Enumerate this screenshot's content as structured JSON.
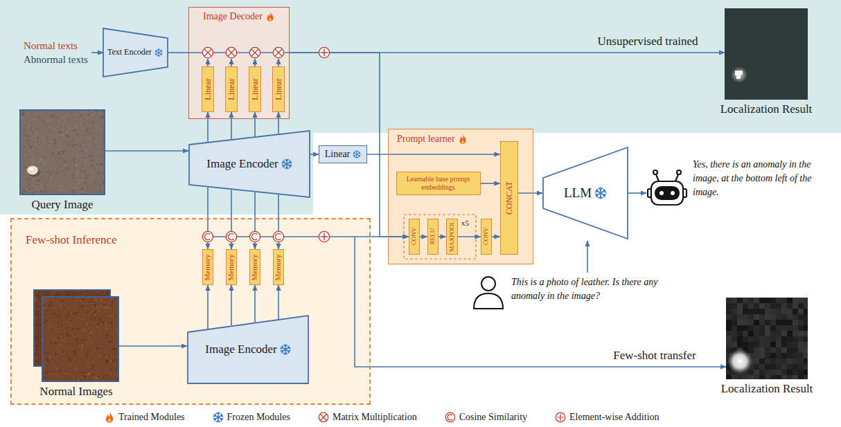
{
  "diagram": {
    "nodes": [
      {
        "text": [
          "Text Encoder"
        ]
      },
      {
        "text": [
          "Image Decoder"
        ]
      },
      {
        "text": [
          "Linear"
        ],
        "in": 1
      },
      {
        "text": [
          "Linear"
        ],
        "in": 1
      },
      {
        "text": [
          "Linear"
        ],
        "in": 1
      },
      {
        "text": [
          "Linear"
        ],
        "in": 1
      },
      {
        "text": [
          "Query Image"
        ]
      },
      {
        "text": [
          "Image Encoder"
        ]
      },
      {
        "text": [
          "Linear"
        ]
      },
      {
        "text": [
          "Prompt learner"
        ]
      },
      {
        "text": [
          "Learnable base prompt embeddings"
        ],
        "in": 9
      },
      {
        "text": [
          "CONV"
        ],
        "in": 9
      },
      {
        "text": [
          "RELU"
        ],
        "in": 9
      },
      {
        "text": [
          "MAXPOOL"
        ],
        "in": 9
      },
      {
        "text": [
          "CONV"
        ],
        "in": 9
      },
      {
        "text": [
          "CONCAT"
        ],
        "in": 9
      },
      {
        "text": [
          "LLM"
        ]
      },
      {
        "text": [
          "Localization Result"
        ]
      },
      {
        "text": [
          "Few-shot Inference"
        ]
      },
      {
        "text": [
          "Memory"
        ],
        "in": 18
      },
      {
        "text": [
          "Memory"
        ],
        "in": 18
      },
      {
        "text": [
          "Memory"
        ],
        "in": 18
      },
      {
        "text": [
          "Memory"
        ],
        "in": 18
      },
      {
        "text": [
          "Normal Images"
        ],
        "in": 18
      },
      {
        "text": [
          "Image Encoder"
        ],
        "in": 18
      },
      {
        "text": [
          "Localization Result"
        ]
      }
    ],
    "edges": [
      {
        "from": 0,
        "to": 1,
        "arrow": "none"
      },
      {
        "from": 1,
        "to": 17,
        "arrow": "to",
        "label": "Unsupervised trained"
      },
      {
        "from": 1,
        "to": 11,
        "arrow": "to"
      },
      {
        "from": 6,
        "to": 7,
        "arrow": "to"
      },
      {
        "from": 7,
        "to": 2,
        "arrow": "to"
      },
      {
        "from": 7,
        "to": 3,
        "arrow": "to"
      },
      {
        "from": 7,
        "to": 4,
        "arrow": "to"
      },
      {
        "from": 7,
        "to": 5,
        "arrow": "to"
      },
      {
        "from": 7,
        "to": 8,
        "arrow": "to"
      },
      {
        "from": 8,
        "to": 15,
        "arrow": "to"
      },
      {
        "from": 10,
        "to": 15,
        "arrow": "to"
      },
      {
        "from": 11,
        "to": 12,
        "arrow": "to"
      },
      {
        "from": 12,
        "to": 13,
        "arrow": "to"
      },
      {
        "from": 13,
        "to": 14,
        "arrow": "to"
      },
      {
        "from": 14,
        "to": 15,
        "arrow": "to"
      },
      {
        "from": 15,
        "to": 16,
        "arrow": "to"
      },
      {
        "from": 7,
        "to": 19,
        "arrow": "to"
      },
      {
        "from": 7,
        "to": 20,
        "arrow": "to"
      },
      {
        "from": 7,
        "to": 21,
        "arrow": "to"
      },
      {
        "from": 7,
        "to": 22,
        "arrow": "to"
      },
      {
        "from": 18,
        "to": 11,
        "arrow": "to"
      },
      {
        "from": 23,
        "to": 24,
        "arrow": "to"
      },
      {
        "from": 24,
        "to": 19,
        "arrow": "to"
      },
      {
        "from": 24,
        "to": 20,
        "arrow": "to"
      },
      {
        "from": 24,
        "to": 21,
        "arrow": "to"
      },
      {
        "from": 24,
        "to": 22,
        "arrow": "to"
      },
      {
        "from": 18,
        "to": 25,
        "arrow": "to",
        "label": "Few-shot transfer"
      }
    ],
    "labels": [
      "Normal texts",
      "Abnormal texts",
      "x5",
      "Yes, there is an anomaly in the image, at the bottom left of the image.",
      "This is a photo of leather. Is there any anomaly in the image?"
    ],
    "legend": [
      {
        "text": "Trained Modules"
      },
      {
        "text": "Frozen Modules"
      },
      {
        "text": "Matrix Multiplication"
      },
      {
        "text": "Cosine Similarity"
      },
      {
        "text": "Element-wise Addition"
      }
    ]
  }
}
